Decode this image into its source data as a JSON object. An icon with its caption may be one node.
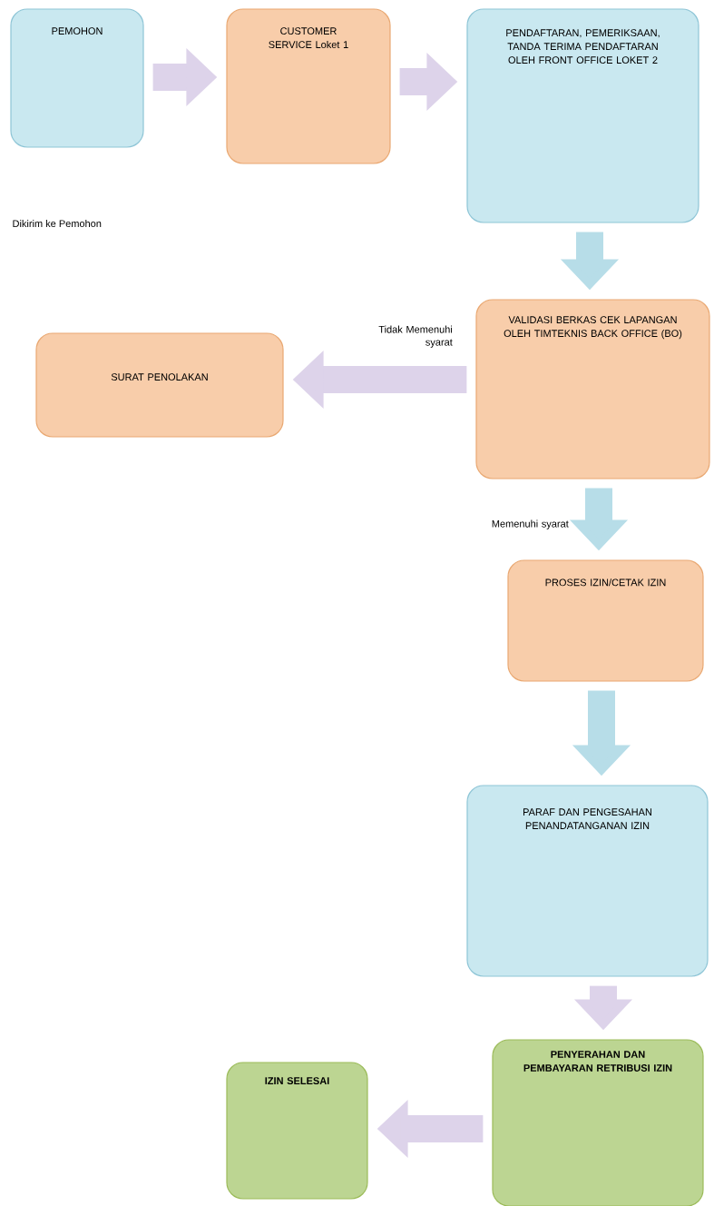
{
  "diagram": {
    "nodes": [
      {
        "text": [
          "PEMOHON"
        ]
      },
      {
        "text": [
          "CUSTOMER SERVICE Loket 1"
        ]
      },
      {
        "text": [
          "PENDAFTARAN, PEMERIKSAAN, TANDA TERIMA PENDAFTARAN OLEH FRONT OFFICE LOKET 2"
        ]
      },
      {
        "text": [
          "VALIDASI BERKAS CEK LAPANGAN OLEH TIMTEKNIS BACK OFFICE (BO)"
        ]
      },
      {
        "text": [
          "SURAT PENOLAKAN"
        ]
      },
      {
        "text": [
          "PROSES IZIN/CETAK IZIN"
        ]
      },
      {
        "text": [
          "PARAF DAN PENGESAHAN PENANDATANGANAN IZIN"
        ]
      },
      {
        "text": [
          "PENYERAHAN DAN PEMBAYARAN RETRIBUSI IZIN"
        ]
      },
      {
        "text": [
          "IZIN SELESAI"
        ]
      }
    ],
    "edges": [
      {
        "from": 0,
        "to": 1,
        "arrow": "to"
      },
      {
        "from": 1,
        "to": 2,
        "arrow": "to"
      },
      {
        "from": 2,
        "to": 3,
        "arrow": "to",
        "color": "#b7dde8"
      },
      {
        "from": 3,
        "to": 4,
        "arrow": "to",
        "label": "Tidak Memenuhi syarat"
      },
      {
        "from": 3,
        "to": 5,
        "arrow": "to",
        "label": "Memenuhi syarat",
        "color": "#b7dde8"
      },
      {
        "from": 5,
        "to": 6,
        "arrow": "to",
        "color": "#b7dde8"
      },
      {
        "from": 6,
        "to": 7,
        "arrow": "to"
      },
      {
        "from": 7,
        "to": 8,
        "arrow": "to"
      }
    ],
    "labels": [
      "Dikirim ke Pemohon"
    ]
  }
}
